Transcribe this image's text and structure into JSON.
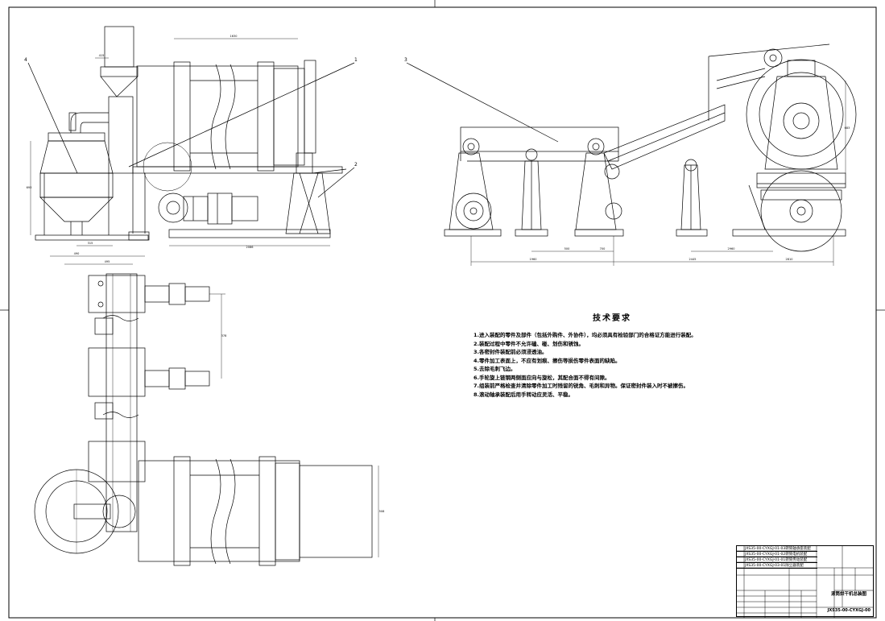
{
  "drawing": {
    "balloons": [
      "1",
      "2",
      "3",
      "4"
    ],
    "dimensions": {
      "d1": "1630",
      "d2": "415",
      "d3": "693",
      "d4": "2086",
      "d5": "315",
      "d6": "490",
      "d7": "495",
      "d8": "1960",
      "d9": "500",
      "d10": "700",
      "d11": "2445",
      "d12": "2960",
      "d13": "2810",
      "d14": "378",
      "d15": "508",
      "d16": "683"
    }
  },
  "tech_requirements": {
    "title": "技术要求",
    "items": [
      "1.进入装配的零件及部件（包括外购件、外协件），均必须具有检验部门的合格证方能进行装配。",
      "2.装配过程中零件不允许磕、碰、划伤和锈蚀。",
      "3.各密封件装配前必须浸透油。",
      "4.零件加工表面上，不应有划痕、擦伤等损伤零件表面的缺陷。",
      "5.去除毛刺飞边。",
      "6.手轮旋上链钢两侧面应向与旋松，其配合面不得有间隙。",
      "7.组装前严格检查并清除零件加工时残留的锐角、毛刺和异物。保证密封件装入时不被擦伤。",
      "8.滚动轴承装配后用手转动应灵活、平稳。"
    ]
  },
  "title_block": {
    "rows": [
      "JXS35-00-CYXGJ-01-03转筒轴承座装配",
      "JXS35-00-CYXGJ-01-02转筒电机装配",
      "JXS35-00-CYXGJ-01-01转筒传动装配",
      "JXS35-00-CYXGJ-03-01除尘器装配"
    ],
    "drawing_no": "JXS35-00-CYXGJ-00",
    "drawing_name": "滚筒烘干机总装图"
  }
}
